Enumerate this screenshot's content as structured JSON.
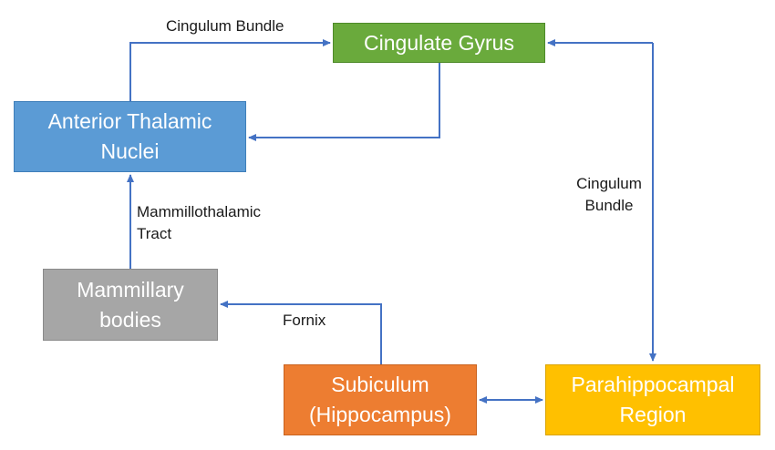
{
  "nodes": {
    "cingulate_gyrus": "Cingulate Gyrus",
    "anterior_thalamic_nuclei": "Anterior Thalamic\nNuclei",
    "mammillary_bodies": "Mammillary\nbodies",
    "subiculum": "Subiculum\n(Hippocampus)",
    "parahippocampal_region": "Parahippocampal\nRegion"
  },
  "edge_labels": {
    "cingulum_bundle_top": "Cingulum Bundle",
    "cingulum_bundle_right": "Cingulum\nBundle",
    "mammillothalamic_tract": "Mammillothalamic\nTract",
    "fornix": "Fornix"
  },
  "colors": {
    "cingulate_gyrus": "#6aaa3c",
    "anterior_thalamic_nuclei": "#5b9bd5",
    "mammillary_bodies": "#a6a6a6",
    "subiculum": "#ed7d31",
    "parahippocampal_region": "#ffc000",
    "arrow": "#4472c4"
  }
}
